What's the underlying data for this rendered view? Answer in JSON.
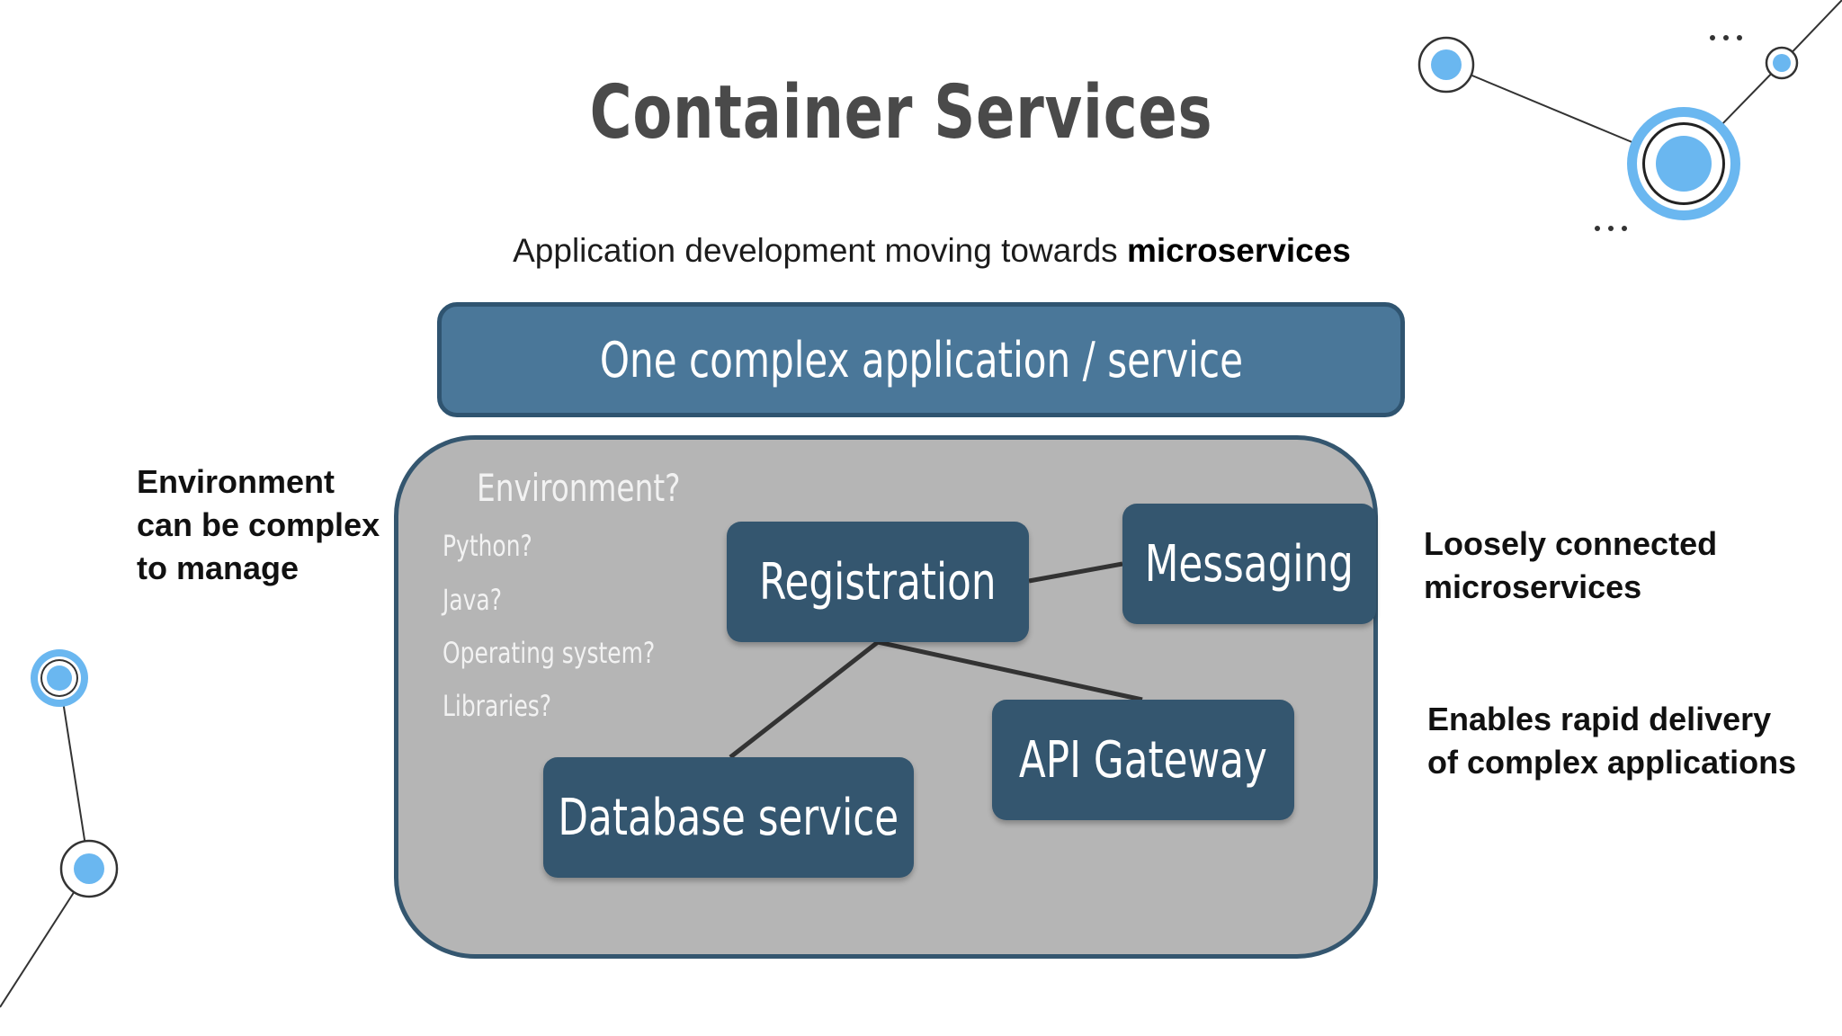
{
  "title": "Container Services",
  "subtitle": {
    "text": "Application development moving towards",
    "emphasis": "microservices"
  },
  "banner": "One complex application / service",
  "environment": {
    "heading": "Environment?",
    "items": [
      "Python?",
      "Java?",
      "Operating system?",
      "Libraries?"
    ]
  },
  "services": {
    "registration": "Registration",
    "messaging": "Messaging",
    "api_gateway": "API Gateway",
    "database": "Database service"
  },
  "notes": {
    "left": "Environment\ncan be complex\nto manage",
    "right_top": "Loosely connected\nmicroservices",
    "right_bottom": "Enables rapid delivery\nof complex applications"
  },
  "colors": {
    "title": "#4a4a4a",
    "banner": "#4a7799",
    "service_box": "#34566f",
    "environment_box": "#b5b5b5",
    "decoration_accent": "#6ab7f0"
  }
}
